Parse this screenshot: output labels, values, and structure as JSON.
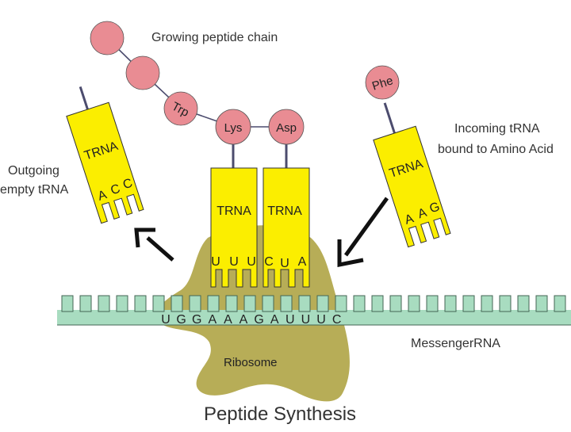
{
  "labels": {
    "growing_chain": "Growing peptide chain",
    "incoming_line1": "Incoming  tRNA",
    "incoming_line2": "bound to Amino Acid",
    "outgoing_line1": "Outgoing",
    "outgoing_line2": "empty tRNA",
    "ribosome": "Ribosome",
    "mrna": "MessengerRNA",
    "title": "Peptide Synthesis"
  },
  "amino_acids": {
    "trp": "Trp",
    "lys": "Lys",
    "asp": "Asp",
    "phe": "Phe"
  },
  "trna": {
    "label": "TRNA",
    "outgoing": {
      "a1": "A",
      "a2": "C",
      "a3": "C"
    },
    "left_site": {
      "label": "TRNA",
      "a1": "U",
      "a2": "U",
      "a3": "U"
    },
    "right_site": {
      "label": "TRNA",
      "a1": "C",
      "a2": "U",
      "a3": "A"
    },
    "incoming": {
      "a1": "A",
      "a2": "A",
      "a3": "G"
    }
  },
  "mrna_sequence": [
    "U",
    "G",
    "G",
    "A",
    "A",
    "A",
    "G",
    "A",
    "U",
    "U",
    "U",
    "C"
  ],
  "colors": {
    "bead": "#e98c93",
    "trna": "#fbee00",
    "ribosome": "#b7ad57",
    "mrna": "#a8dcc0",
    "stick": "#4c4c6e"
  }
}
